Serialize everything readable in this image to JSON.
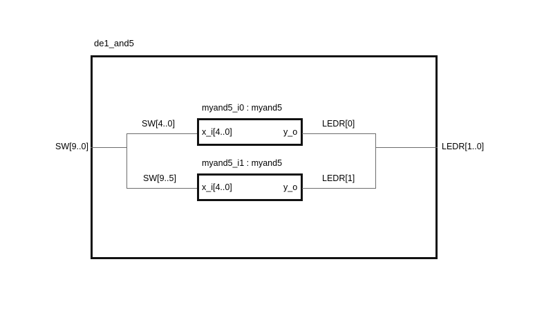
{
  "diagram": {
    "top_module": {
      "title": "de1_and5"
    },
    "external_ports": {
      "input": "SW[9..0]",
      "output": "LEDR[1..0]"
    },
    "nets": {
      "sw_high": "SW[4..0]",
      "sw_low": "SW[9..5]",
      "ledr_0": "LEDR[0]",
      "ledr_1": "LEDR[1]"
    },
    "instances": [
      {
        "title": "myand5_i0 : myand5",
        "input_port": "x_i[4..0]",
        "output_port": "y_o"
      },
      {
        "title": "myand5_i1 : myand5",
        "input_port": "x_i[4..0]",
        "output_port": "y_o"
      }
    ],
    "colors": {
      "box_stroke": "#111111",
      "wire_stroke": "#6b6b6b",
      "text": "#000000",
      "background": "#ffffff"
    }
  }
}
